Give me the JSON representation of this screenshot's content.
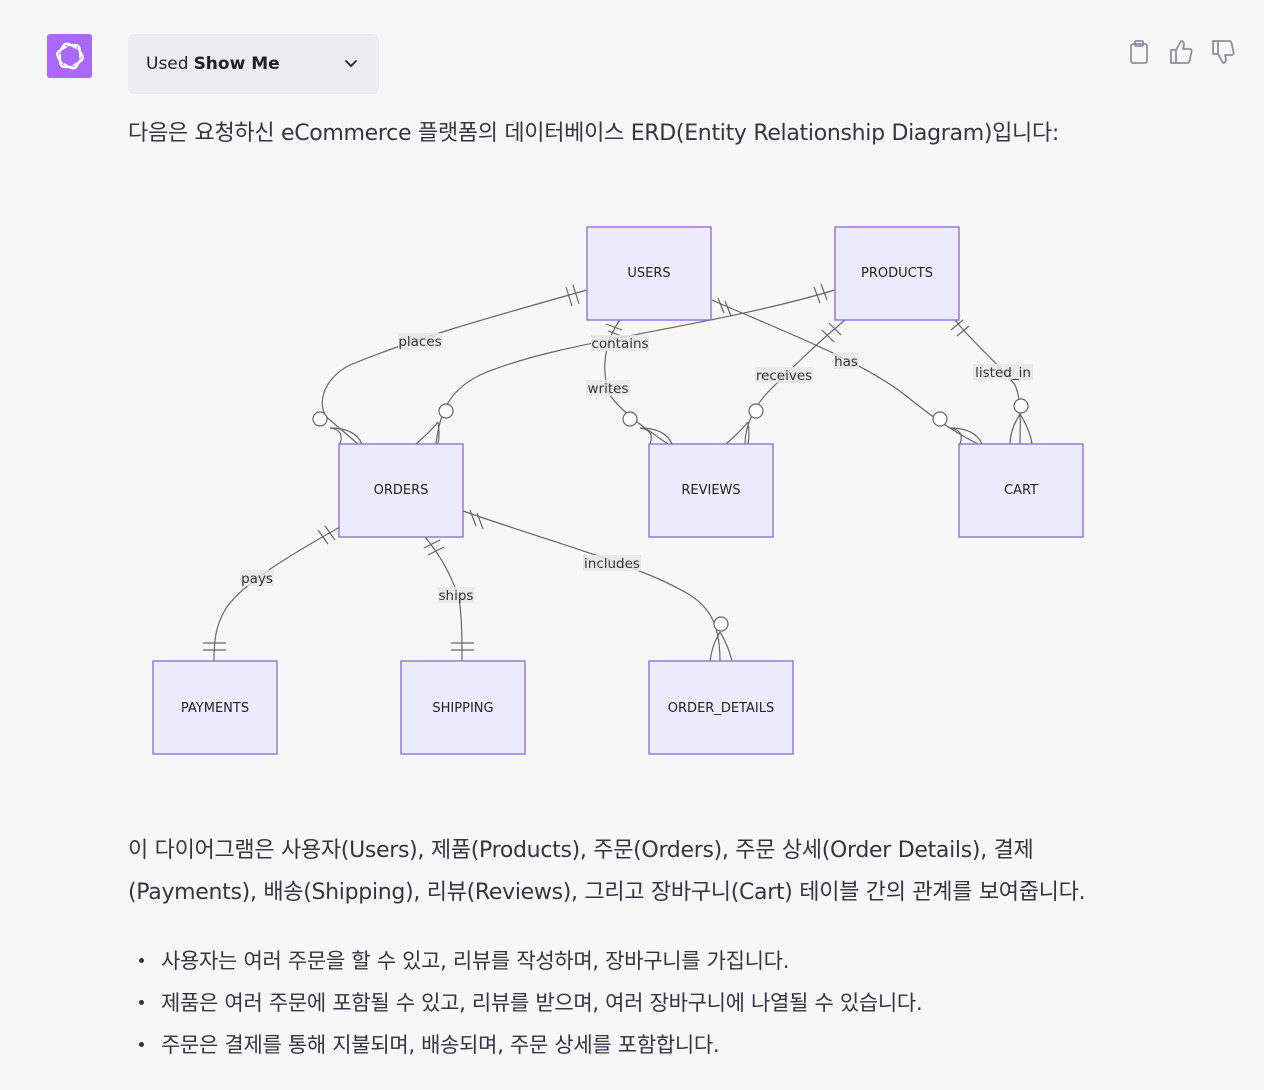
{
  "plugin": {
    "prefix": "Used",
    "name": "Show Me"
  },
  "colors": {
    "avatar_bg": "#ab68ff",
    "entity_fill": "#ececff",
    "entity_stroke": "#9370db",
    "edge": "#666666",
    "label_bg": "#e8e8e8"
  },
  "icons": {
    "avatar": "openai-logo-icon",
    "plugin_toggle": "chevron-down-icon",
    "copy": "clipboard-icon",
    "like": "thumbs-up-icon",
    "dislike": "thumbs-down-icon"
  },
  "message": {
    "intro": "다음은 요청하신 eCommerce 플랫폼의 데이터베이스 ERD(Entity Relationship Diagram)입니다:",
    "description_line1": "이 다이어그램은 사용자(Users), 제품(Products), 주문(Orders), 주문 상세(Order Details), 결제",
    "description_line2": "(Payments), 배송(Shipping), 리뷰(Reviews), 그리고 장바구니(Cart) 테이블 간의 관계를 보여줍니다.",
    "bullets": [
      "사용자는 여러 주문을 할 수 있고, 리뷰를 작성하며, 장바구니를 가집니다.",
      "제품은 여러 주문에 포함될 수 있고, 리뷰를 받으며, 여러 장바구니에 나열될 수 있습니다.",
      "주문은 결제를 통해 지불되며, 배송되며, 주문 상세를 포함합니다."
    ]
  },
  "diagram": {
    "entities": {
      "users": "USERS",
      "products": "PRODUCTS",
      "orders": "ORDERS",
      "reviews": "REVIEWS",
      "cart": "CART",
      "payments": "PAYMENTS",
      "shipping": "SHIPPING",
      "order_details": "ORDER_DETAILS"
    },
    "relationships": {
      "places": "places",
      "contains": "contains",
      "writes": "writes",
      "receives": "receives",
      "has": "has",
      "listed_in": "listed_in",
      "pays": "pays",
      "ships": "ships",
      "includes": "includes"
    }
  }
}
